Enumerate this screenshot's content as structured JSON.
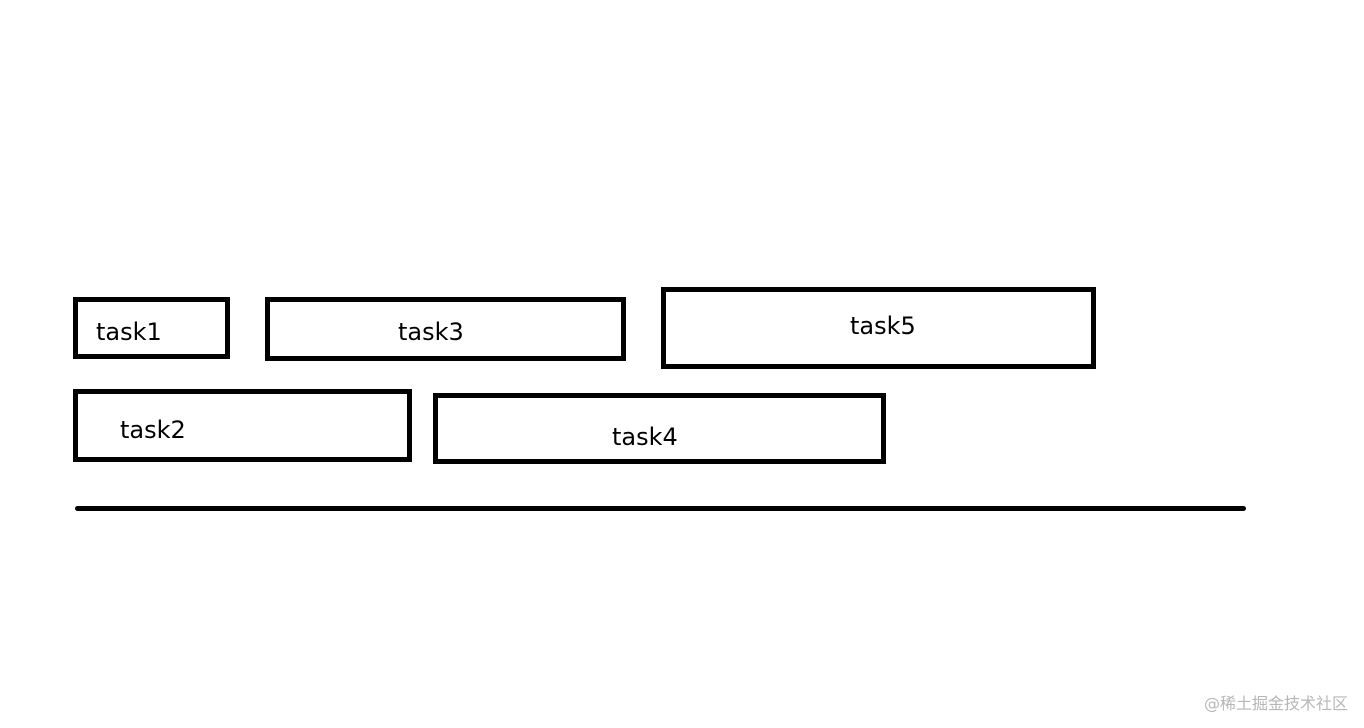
{
  "tasks": [
    {
      "id": "t1",
      "label": "task1"
    },
    {
      "id": "t2",
      "label": "task2"
    },
    {
      "id": "t3",
      "label": "task3"
    },
    {
      "id": "t4",
      "label": "task4"
    },
    {
      "id": "t5",
      "label": "task5"
    }
  ],
  "watermark": "@稀土掘金技术社区",
  "colors": {
    "stroke": "#000000",
    "background": "#ffffff",
    "watermark": "#b7b7b7"
  }
}
